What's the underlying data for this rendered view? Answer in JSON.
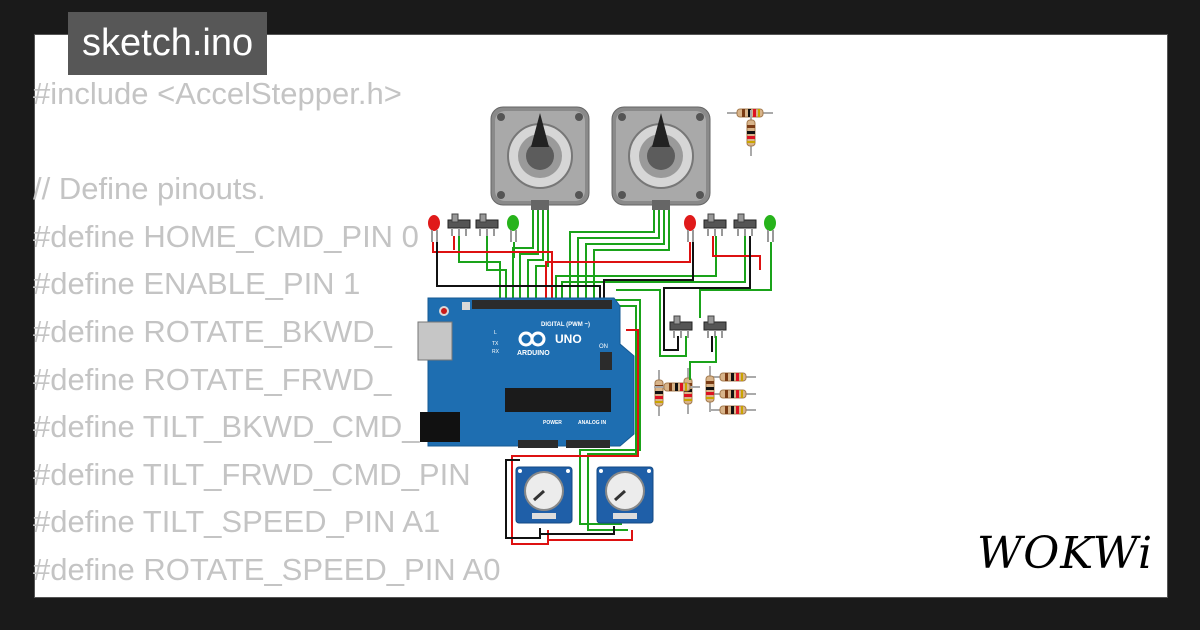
{
  "file_tab": {
    "title": "sketch.ino"
  },
  "code_lines": [
    "#include <AccelStepper.h>",
    "",
    "// Define pinouts.",
    "#define HOME_CMD_PIN 0",
    "#define ENABLE_PIN 1",
    "#define ROTATE_BKWD_",
    "#define ROTATE_FRWD_",
    "#define TILT_BKWD_CMD_PIN 7",
    "#define TILT_FRWD_CMD_PIN",
    "#define TILT_SPEED_PIN A1",
    "#define ROTATE_SPEED_PIN A0"
  ],
  "board": {
    "brand": "UNO",
    "maker": "ARDUINO",
    "digital_label": "DIGITAL (PWM ~)",
    "power_label": "POWER",
    "analog_label": "ANALOG IN",
    "on_label": "ON",
    "l_label": "L",
    "tx_label": "TX",
    "rx_label": "RX"
  },
  "brand_logo": {
    "text": "WOKWi"
  },
  "colors": {
    "background": "#1a1a1a",
    "card": "#ffffff",
    "tab": "#575757",
    "board": "#1f6fb2",
    "wire_green": "#1aa31a",
    "wire_red": "#dd1111",
    "wire_black": "#111111"
  }
}
